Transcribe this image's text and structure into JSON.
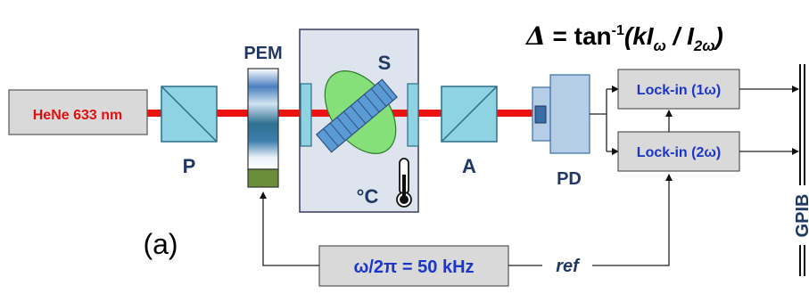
{
  "equation": {
    "lhs": "Δ",
    "eq": " = tan",
    "sup": "-1",
    "open": "(k",
    "i1": "I",
    "s1": "ω",
    "slash": " / ",
    "i2": "I",
    "s2": "2ω",
    "close": ")"
  },
  "labels": {
    "laser": "HeNe 633 nm",
    "polarizer": "P",
    "pem": "PEM",
    "sample": "S",
    "temperature": "°C",
    "analyzer": "A",
    "photodiode": "PD",
    "lockin_1": "Lock-in (1ω)",
    "lockin_2": "Lock-in (2ω)",
    "gpib": "GPIB",
    "panel": "(a)",
    "driver": "ω/2π = 50 kHz",
    "ref": "ref"
  },
  "colors": {
    "beam": "#ee1111",
    "laser_text": "#e01010",
    "optic_fill": "#8fd3e3",
    "optic_stroke": "#2c6f87",
    "box_fill": "#d9d9d9",
    "box_stroke": "#3a6ea5",
    "sample_ellipse": "#86e07a",
    "sample_bar": "#5b9bd5",
    "lockin_text": "#1a35c8",
    "text_dark": "#1f3864",
    "pem_bottom": "#6b8e3a"
  },
  "icons": [
    "thermometer-icon"
  ]
}
